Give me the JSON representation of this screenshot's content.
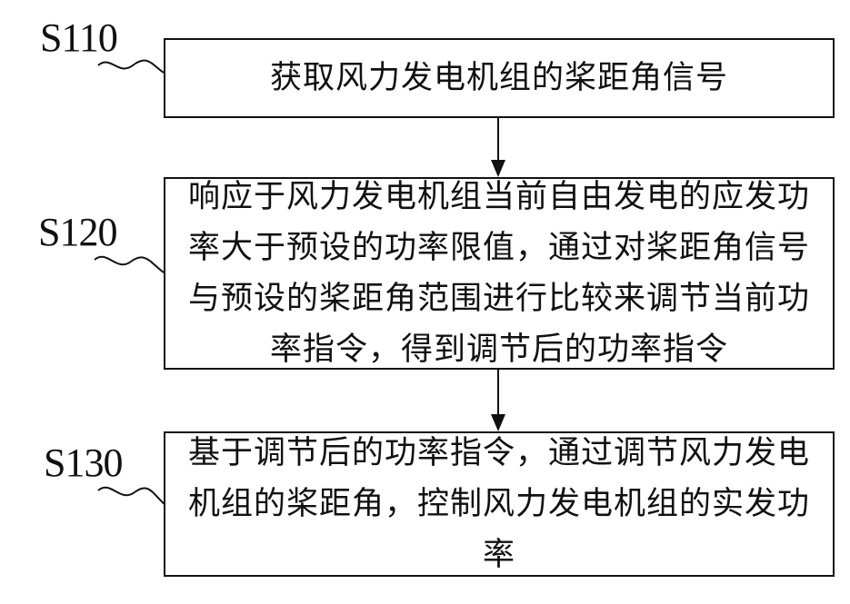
{
  "steps": [
    {
      "label": "S110",
      "text": "获取风力发电机组的桨距角信号"
    },
    {
      "label": "S120",
      "text": "响应于风力发电机组当前自由发电的应发功率大于预设的功率限值，通过对桨距角信号与预设的桨距角范围进行比较来调节当前功率指令，得到调节后的功率指令"
    },
    {
      "label": "S130",
      "text": "基于调节后的功率指令，通过调节风力发电机组的桨距角，控制风力发电机组的实发功率"
    }
  ]
}
